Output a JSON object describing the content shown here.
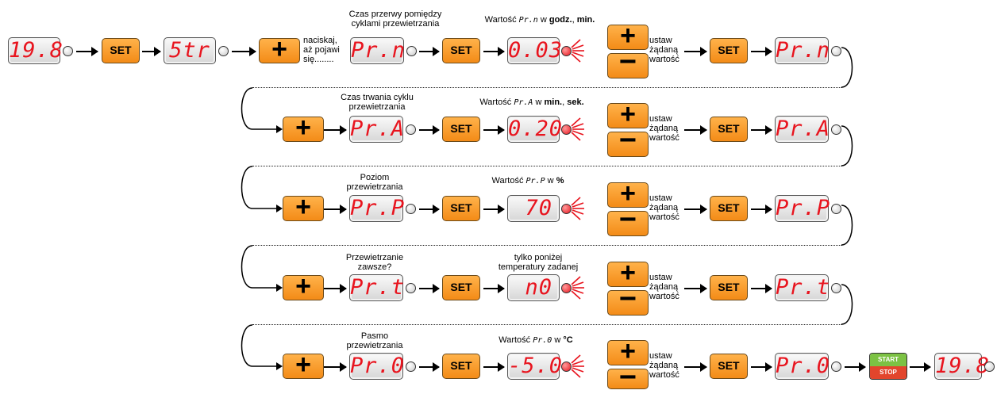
{
  "row1": {
    "display_start": "19.8",
    "display_str": "5tr",
    "press_label": "naciskaj, aż pojawi się........",
    "label_a": "Czas przerwy pomiędzy cyklami przewietrzania",
    "display_param": "Pr.n",
    "value_prefix": "Wartość",
    "value_code": "Pr.n",
    "value_w": "w",
    "value_unit1": "godz.",
    "value_sep": ",",
    "value_unit2": "min.",
    "display_value": "0.03"
  },
  "row2": {
    "label_a": "Czas trwania cyklu przewietrzania",
    "display_param": "Pr.A",
    "value_prefix": "Wartość",
    "value_code": "Pr.A",
    "value_w": "w",
    "value_unit1": "min.",
    "value_sep": ",",
    "value_unit2": "sek.",
    "display_value": "0.20"
  },
  "row3": {
    "label_a": "Poziom przewietrzania",
    "display_param": "Pr.P",
    "value_prefix": "Wartość",
    "value_code": "Pr.P",
    "value_w": "w",
    "value_unit1": "%",
    "display_value": "70"
  },
  "row4": {
    "label_a": "Przewietrzanie zawsze?",
    "display_param": "Pr.t",
    "label_b": "tylko poniżej temperatury zadanej",
    "display_value": "n0"
  },
  "row5": {
    "label_a": "Pasmo przewietrzania",
    "display_param": "Pr.0",
    "value_prefix": "Wartość",
    "value_code": "Pr.0",
    "value_w": "w",
    "value_unit1": "°C",
    "display_value": "-5.0",
    "display_end": "19.8"
  },
  "common": {
    "set_label": "SET",
    "plus_label": "+",
    "minus_label": "−",
    "adjust_label": "ustaw żądaną wartość",
    "start_label": "START",
    "stop_label": "STOP"
  },
  "icons": {
    "led": "led-indicator-icon",
    "blink": "blink-rays-icon",
    "arrow": "arrow-right-icon"
  },
  "colors": {
    "button_orange": "#f38b17",
    "lcd_red": "#e8141e",
    "start_green": "#7cc243",
    "stop_red": "#e2452c"
  }
}
